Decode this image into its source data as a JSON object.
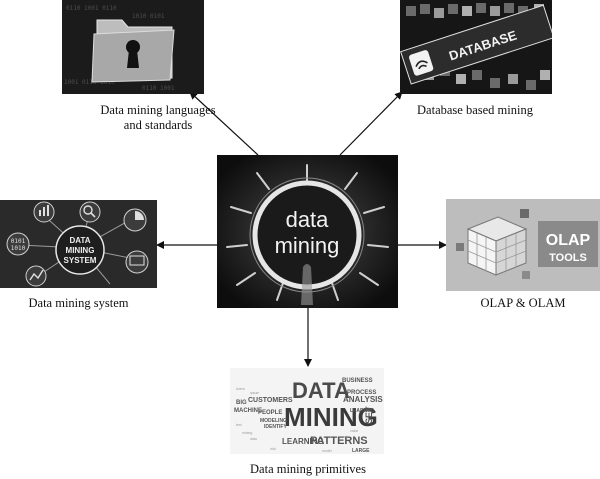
{
  "center": {
    "line1": "data",
    "line2": "mining"
  },
  "nodes": {
    "languages": {
      "caption_line1": "Data mining languages",
      "caption_line2": "and standards"
    },
    "database": {
      "caption": "Database based mining",
      "banner_text": "DATABASE"
    },
    "system": {
      "caption": "Data mining system",
      "badge_line1": "DATA",
      "badge_line2": "MINING",
      "badge_line3": "SYSTEM",
      "digits_a": "0101",
      "digits_b": "1010"
    },
    "olap": {
      "caption": "OLAP & OLAM",
      "title": "OLAP",
      "subtitle": "TOOLS"
    },
    "primitives": {
      "caption": "Data mining primitives",
      "cloud": {
        "word_data": "DATA",
        "word_mining": "MINING",
        "word_patterns": "PATTERNS",
        "word_analysis": "ANALYSIS",
        "word_customers": "CUSTOMERS",
        "word_learning": "LEARNING",
        "word_process": "PROCESS",
        "word_business": "BUSINESS",
        "word_machine": "MACHINE",
        "word_people": "PEOPLE",
        "word_set": "SET",
        "word_big": "BIG",
        "word_identify": "IDENTIFY",
        "word_modeling": "MODELING",
        "word_learned": "LEARNED",
        "word_large": "LARGE"
      }
    }
  }
}
